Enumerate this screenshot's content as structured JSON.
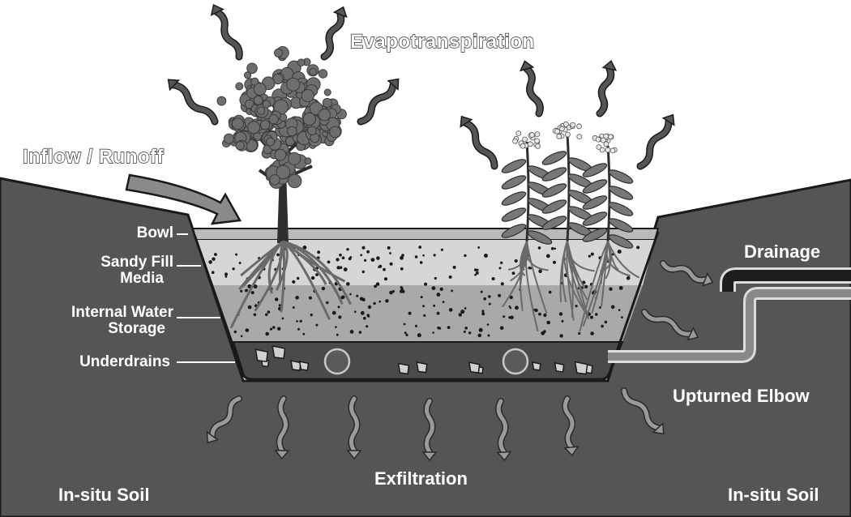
{
  "labels": {
    "evapotranspiration": "Evapotranspiration",
    "inflow": "Inflow / Runoff",
    "bowl": "Bowl",
    "sandy_fill_line1": "Sandy Fill",
    "sandy_fill_line2": "Media",
    "internal_water_line1": "Internal Water",
    "internal_water_line2": "Storage",
    "underdrains": "Underdrains",
    "drainage": "Drainage",
    "upturned_elbow": "Upturned Elbow",
    "exfiltration": "Exfiltration",
    "insitu_left": "In-situ Soil",
    "insitu_right": "In-situ Soil"
  },
  "colors": {
    "soil": "#555555",
    "bowl_water": "#b9b9b9",
    "sandy_fill": "#d6d6d6",
    "internal_storage": "#a9a9a9",
    "underdrain_gravel": "#4a4a4a",
    "arrow_fill": "#9a9a9a",
    "pipe": "#1e1e1e"
  },
  "icons": {
    "tree": "tree-icon",
    "flowers": "flowering-plants-icon",
    "vapor": "wavy-arrow-icon"
  }
}
